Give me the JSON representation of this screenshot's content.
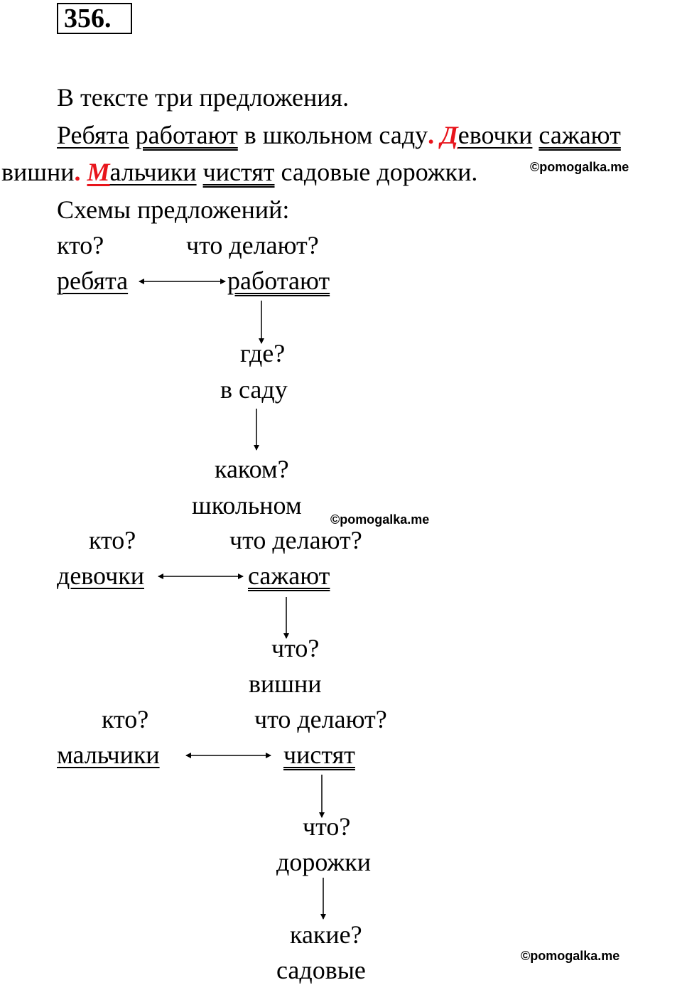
{
  "exercise_number": "356.",
  "intro": "В тексте три предложения.",
  "sentences": {
    "s1_subject": "Ребята",
    "s1_predicate": "работают",
    "s1_rest": " в школьном саду",
    "s2_first_letter": "Д",
    "s2_subject_rest": "евочки",
    "s2_predicate": "сажают",
    "s2_rest": "вишни",
    "s3_first_letter": "М",
    "s3_subject_rest": "альчики",
    "s3_predicate": "чистят",
    "s3_rest": " садовые дорожки.",
    "period": "."
  },
  "schemes_heading": "Схемы предложений:",
  "scheme1": {
    "q_subject": "кто?",
    "q_predicate": "что делают?",
    "subject": "ребята",
    "predicate": "работают",
    "q2": "где?",
    "w2": "в саду",
    "q3": "каком?",
    "w3": "школьном"
  },
  "scheme2": {
    "q_subject": "кто?",
    "q_predicate": "что делают?",
    "subject": "девочки",
    "predicate": "сажают",
    "q2": "что?",
    "w2": "вишни"
  },
  "scheme3": {
    "q_subject": "кто?",
    "q_predicate": "что делают?",
    "subject": "мальчики",
    "predicate": "чистят",
    "q2": "что?",
    "w2": "дорожки",
    "q3": "какие?",
    "w3": "садовые"
  },
  "watermark": "©pomogalka.me",
  "colors": {
    "accent": "#e8141b"
  }
}
